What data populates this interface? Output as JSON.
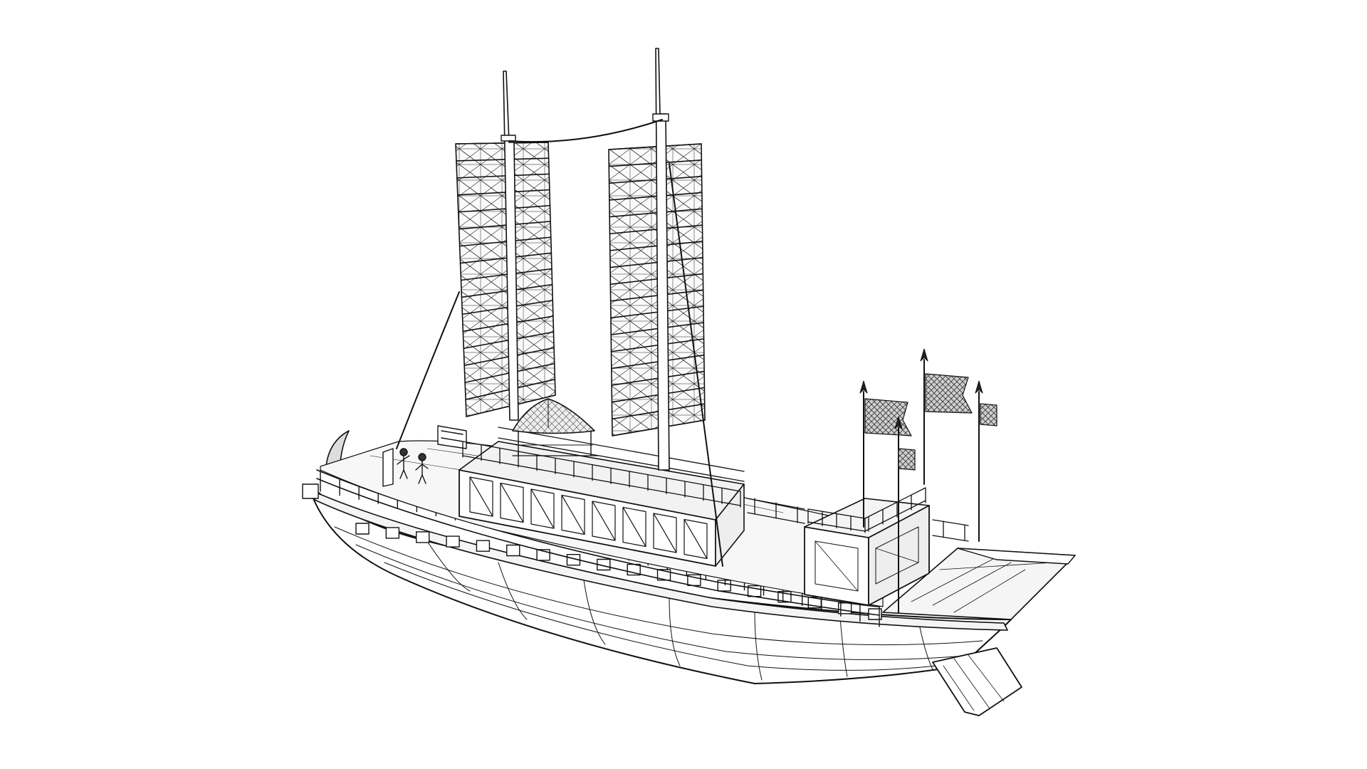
{
  "scene": {
    "subject": "wireframe-ship-render",
    "background_color": "#ffffff",
    "line_color": "#111111",
    "fill_color": "#ffffff",
    "shade_color": "#f2f2f2",
    "render_style": "wireframe"
  },
  "parts": {
    "masts": 2,
    "sails": 2,
    "flags": 4,
    "deck_posts": 16,
    "crew_figures": 2
  }
}
